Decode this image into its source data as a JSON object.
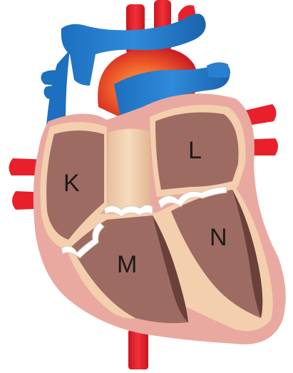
{
  "labels": {
    "k": "K",
    "l": "L",
    "m": "M",
    "n": "N"
  },
  "colors": {
    "vessel_red": "#e8202a",
    "vessel_blue": "#1d6fbf",
    "outer_wall": "#e9a9a0",
    "inner_wall": "#f3cfae",
    "chamber_fill": "#9e6b62",
    "chamber_shadow": "#6b403b",
    "septum": "#f1d2b0",
    "valve": "#ffffff",
    "label": "#1a1a1a"
  }
}
